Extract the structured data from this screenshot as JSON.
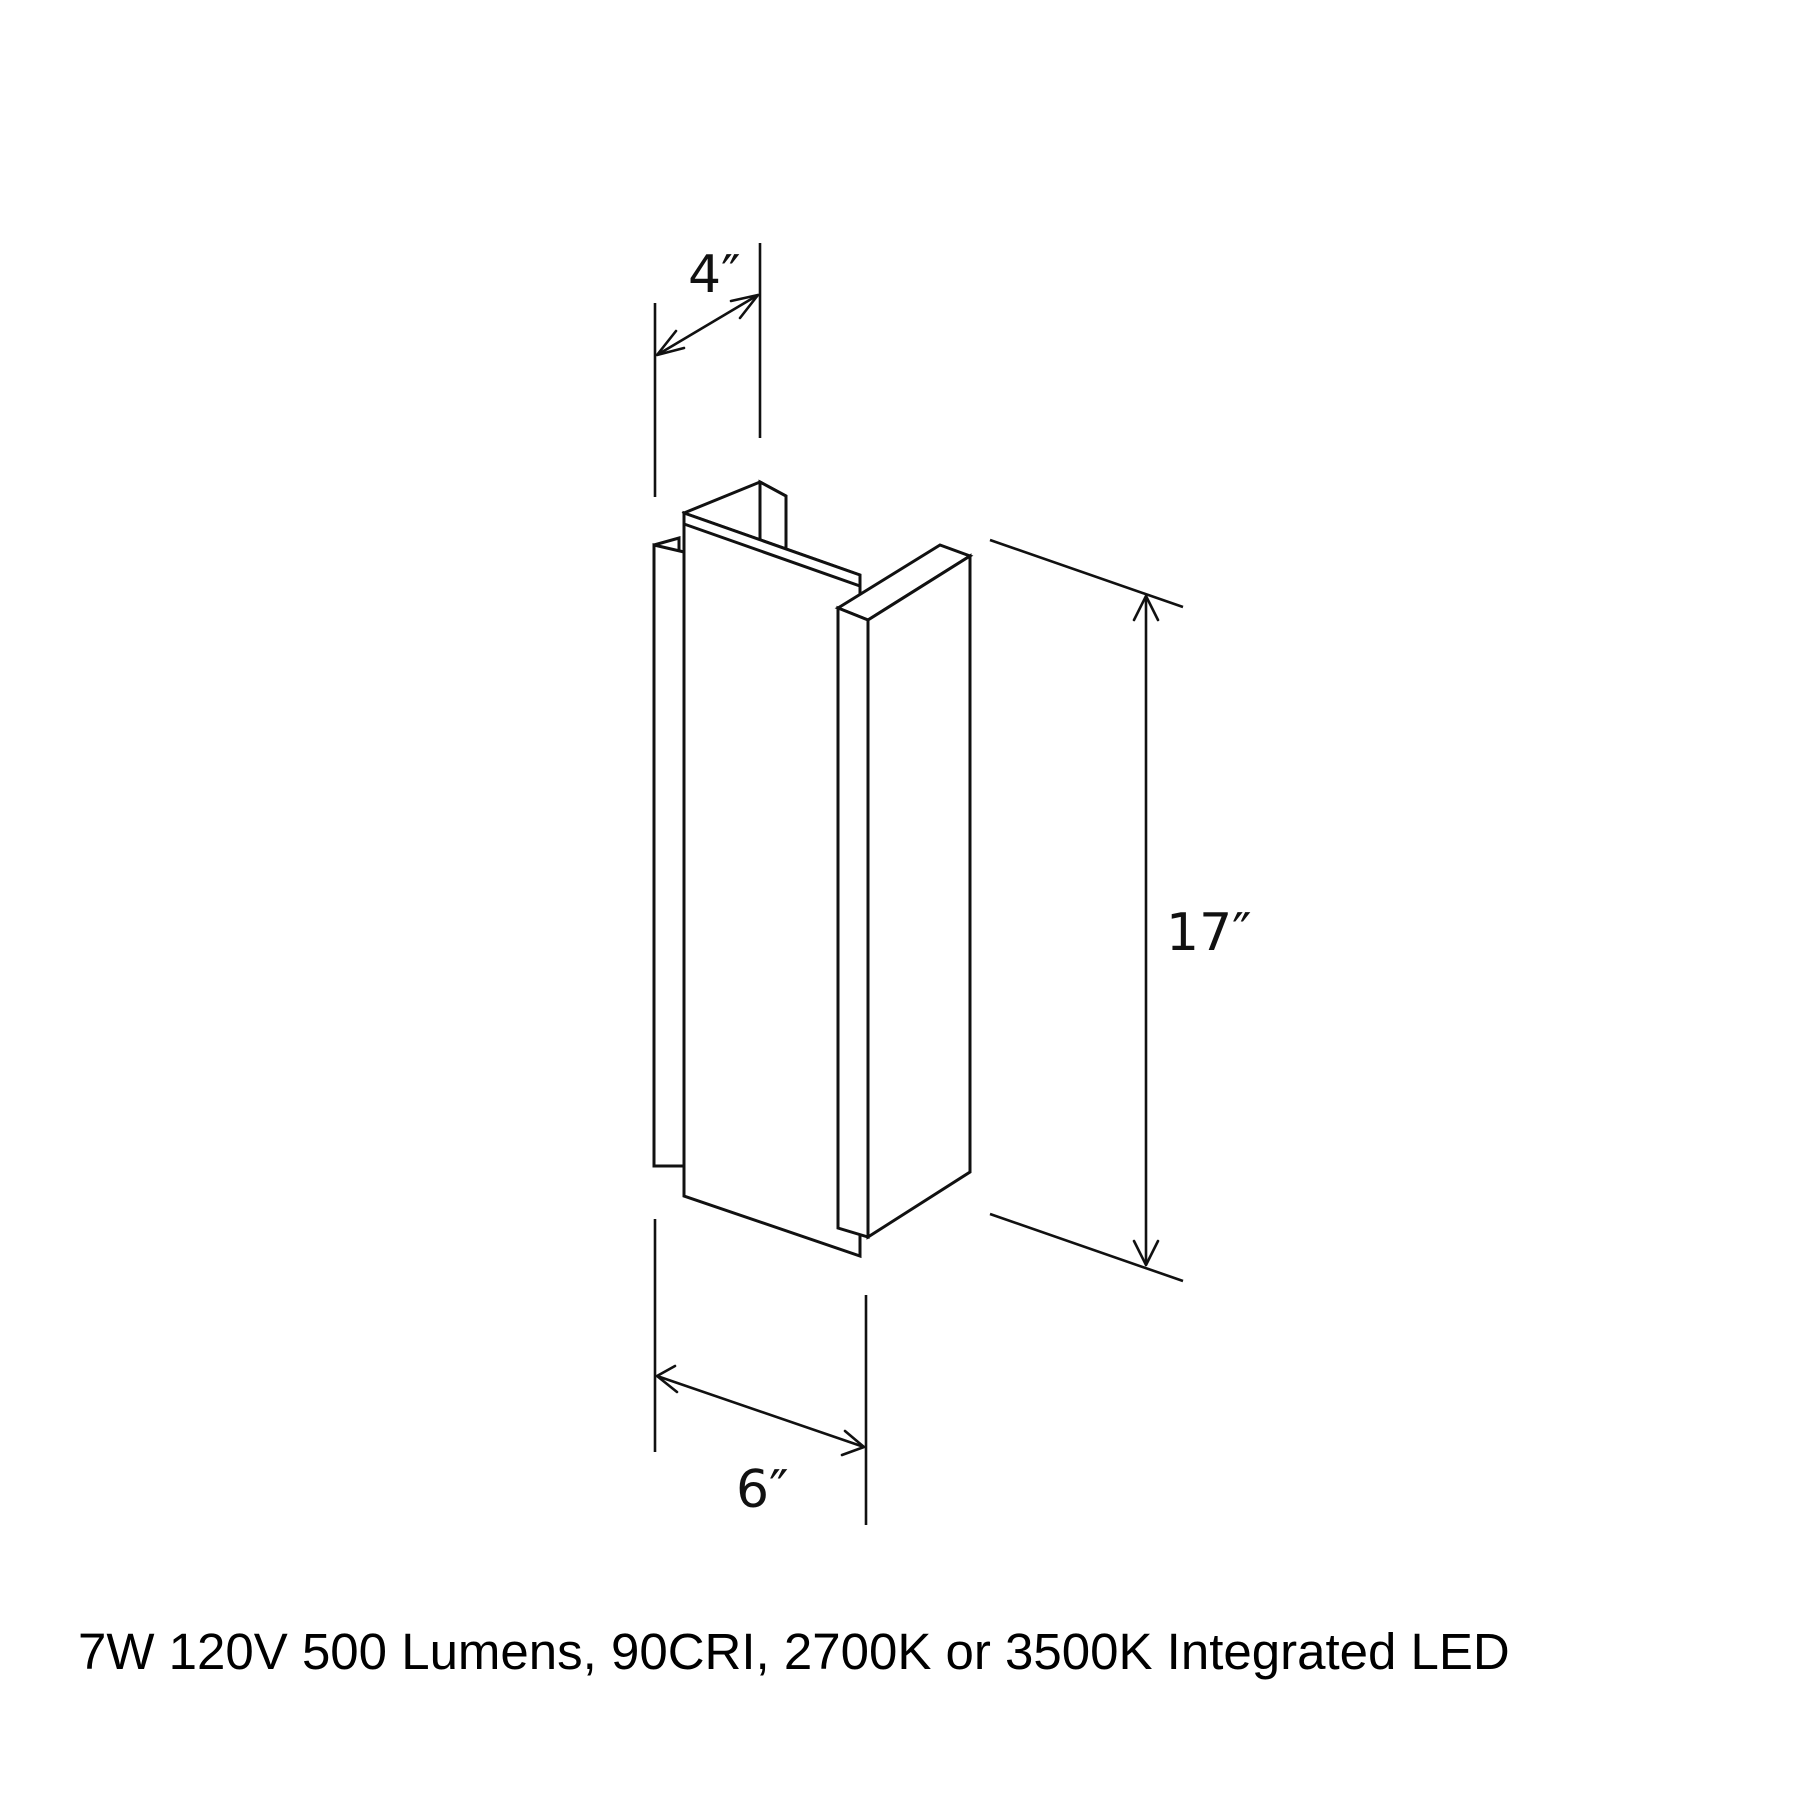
{
  "dimensions": {
    "depth": "4″",
    "height": "17″",
    "width": "6″"
  },
  "caption": "7W 120V 500 Lumens, 90CRI, 2700K or 3500K Integrated LED",
  "colors": {
    "line": "#111111",
    "background": "#ffffff"
  }
}
